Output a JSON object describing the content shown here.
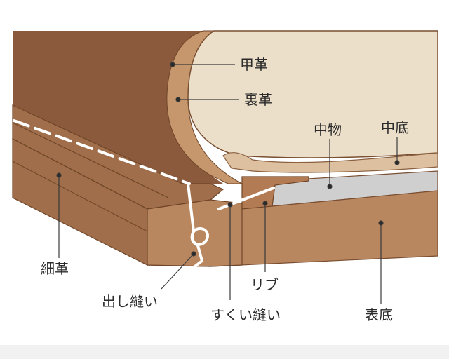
{
  "labels": {
    "upper_leather": "甲革",
    "lining_leather": "裏革",
    "filler": "中物",
    "insole": "中底",
    "welt": "細革",
    "rib": "リブ",
    "outseam_stitch": "出し縫い",
    "inseam_stitch": "すくい縫い",
    "outsole": "表底"
  },
  "colors": {
    "leather_dark": "#8b5a3c",
    "leather_mid": "#a06e4a",
    "leather_light": "#b9875f",
    "upper_face": "#ecdfca",
    "insole_band": "#dcc0a0",
    "filler_grey": "#cfcfcf",
    "thread": "#ffffff",
    "leader": "#3a3a3a"
  }
}
